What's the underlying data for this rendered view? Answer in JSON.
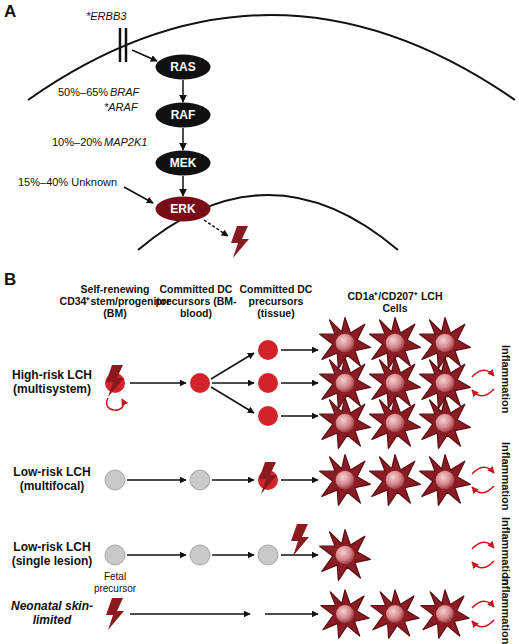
{
  "diagram": {
    "nodes": [
      {
        "text": [
          "RAS"
        ]
      },
      {
        "text": [
          "RAF"
        ]
      },
      {
        "text": [
          "MEK"
        ]
      },
      {
        "text": [
          "ERK"
        ]
      }
    ],
    "edges": [
      {
        "from": 0,
        "to": 1,
        "arrow": "to"
      },
      {
        "from": 1,
        "to": 2,
        "arrow": "to"
      },
      {
        "from": 2,
        "to": 3,
        "arrow": "to"
      }
    ],
    "labels": [
      "A",
      "*ERBB3",
      "50%–65%",
      "BRAF",
      "*ARAF",
      "10%–20%",
      "MAP2K1",
      "15%–40% Unknown",
      "B",
      "Self-renewing CD34⁺stem/progenitor (BM)",
      "Committed DC precursors (BM-blood)",
      "Committed DC precursors (tissue)",
      "CD1a⁺/CD207⁺ LCH Cells",
      "High-risk LCH (multisystem)",
      "Inflammation",
      "Low-risk LCH (multifocal)",
      "Inflammation",
      "Low-risk LCH (single lesion)",
      "Inflammation",
      "Fetal precursor",
      "Neonatal skin-limited",
      "Inflammation"
    ]
  }
}
